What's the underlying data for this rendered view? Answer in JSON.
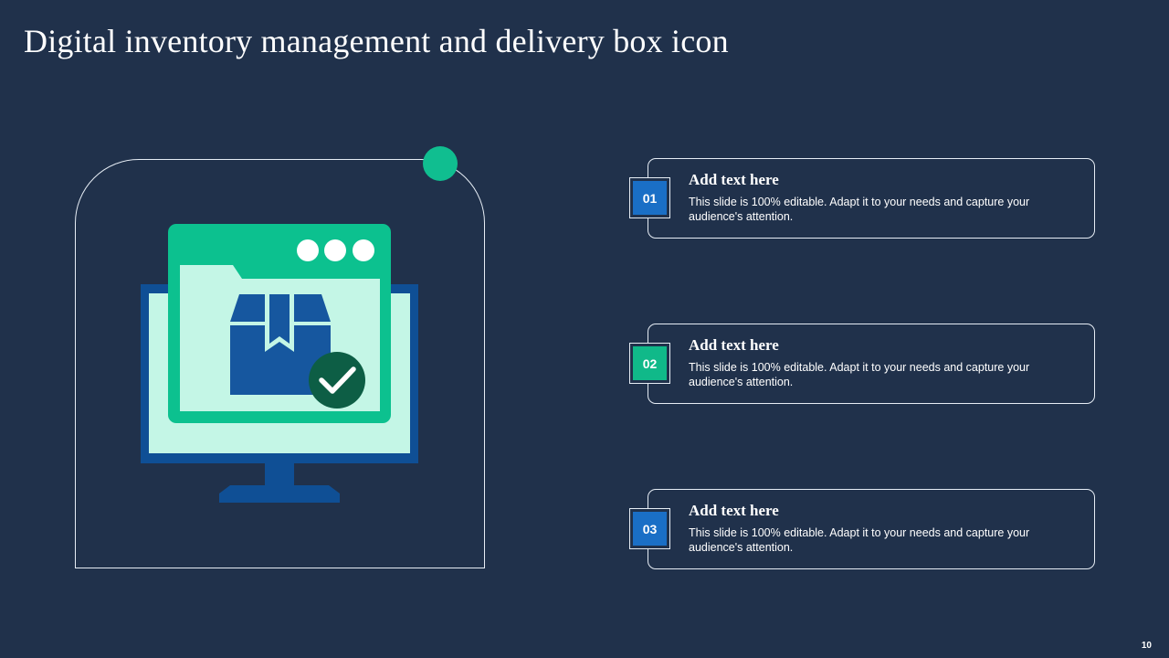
{
  "slide": {
    "title": "Digital inventory management and delivery box icon",
    "page_number": "10"
  },
  "colors": {
    "background": "#20314b",
    "accent_green": "#10be90",
    "accent_blue": "#1a6fc6",
    "monitor_blue": "#0f4f95",
    "screen_mint": "#c4f6e6",
    "check_dark_green": "#0d5e45"
  },
  "illustration": {
    "icon": "monitor-with-delivery-box-check-icon"
  },
  "items": [
    {
      "number": "01",
      "heading": "Add text here",
      "body": "This slide is 100% editable. Adapt it to your needs and capture your audience's  attention."
    },
    {
      "number": "02",
      "heading": "Add text here",
      "body": "This slide is 100% editable. Adapt it to your needs and capture your audience's  attention."
    },
    {
      "number": "03",
      "heading": "Add text here",
      "body": "This slide is 100% editable. Adapt it to your needs and capture your audience's  attention."
    }
  ]
}
